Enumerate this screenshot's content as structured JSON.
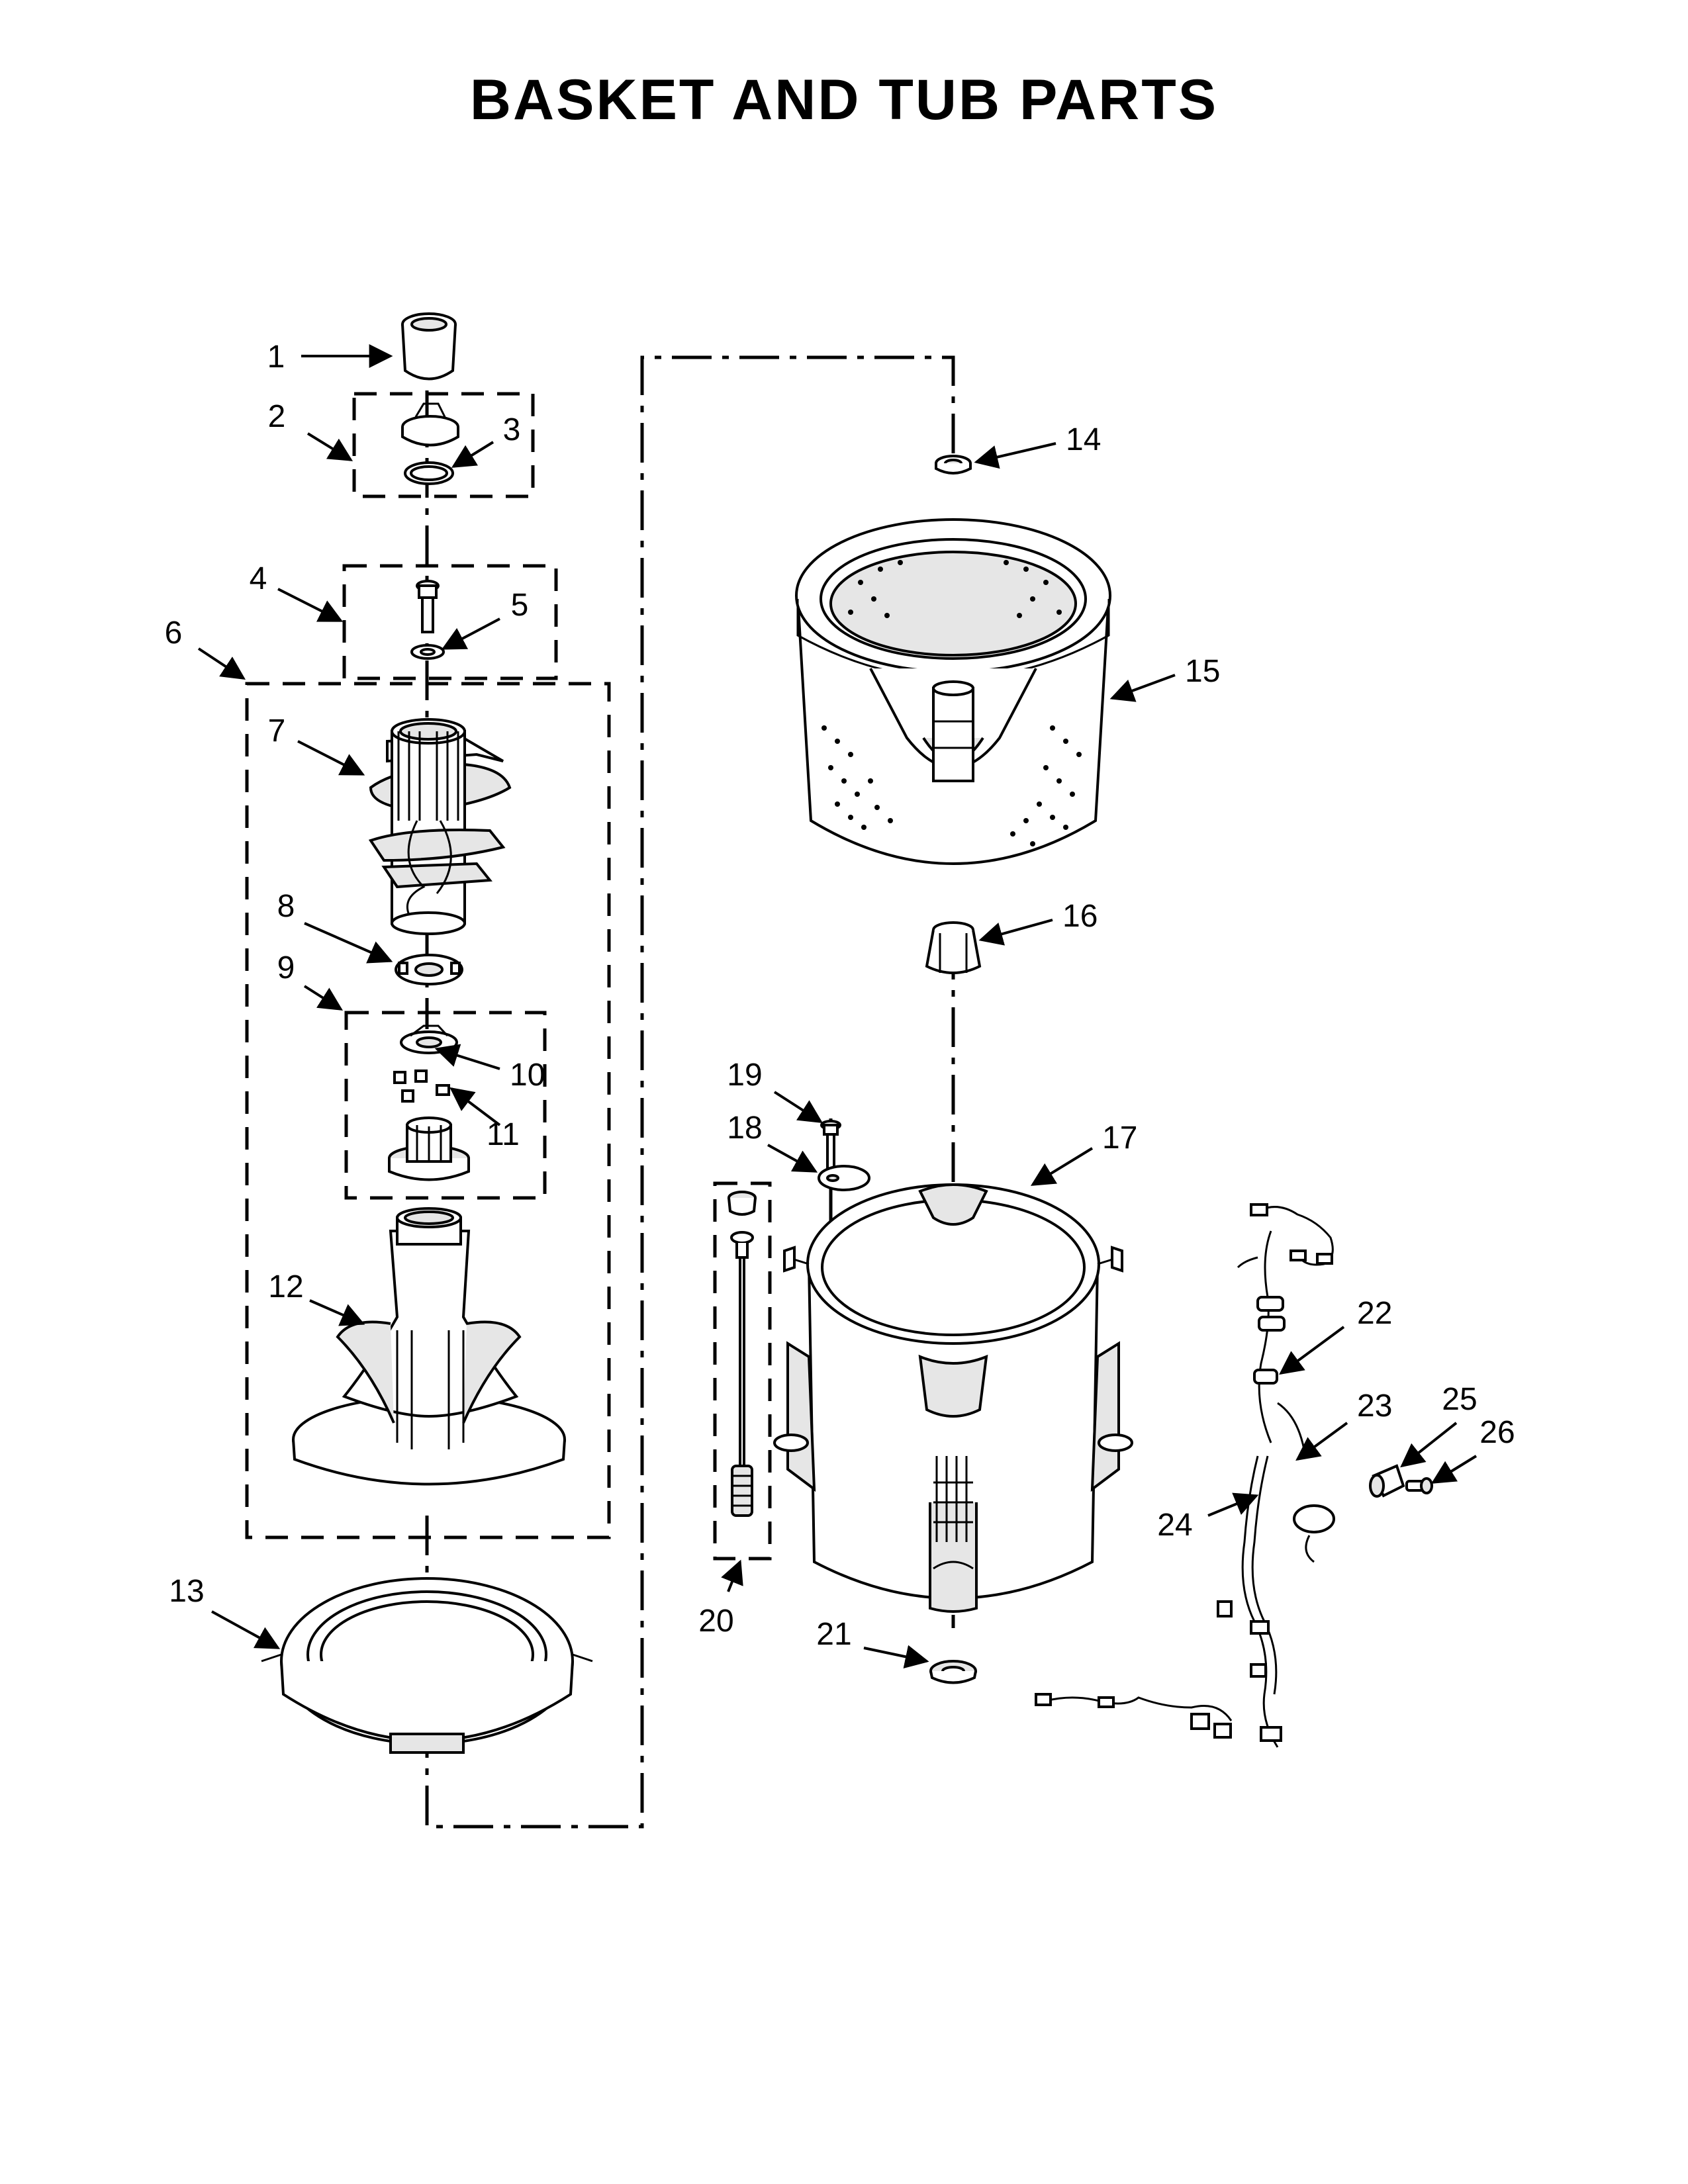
{
  "page": {
    "title": "BASKET AND TUB PARTS"
  },
  "callouts": [
    "1",
    "2",
    "3",
    "4",
    "5",
    "6",
    "7",
    "8",
    "9",
    "10",
    "11",
    "12",
    "13",
    "14",
    "15",
    "16",
    "17",
    "18",
    "19",
    "20",
    "21",
    "22",
    "23",
    "24",
    "25",
    "26"
  ],
  "colors": {
    "line": "#000000",
    "background": "#ffffff",
    "part_shading": "#e6e6e6"
  }
}
